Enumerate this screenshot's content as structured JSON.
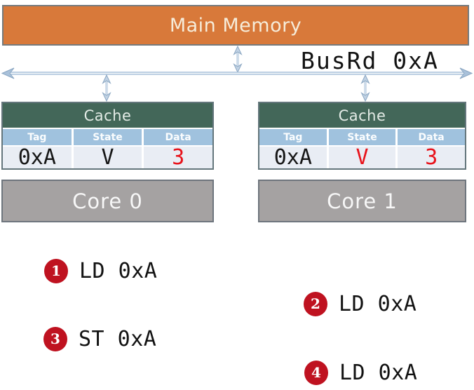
{
  "memory": {
    "label": "Main Memory"
  },
  "bus": {
    "label": "BusRd 0xA"
  },
  "caches": [
    {
      "title": "Cache",
      "columns": [
        "Tag",
        "State",
        "Data"
      ],
      "row": {
        "tag": "0xA",
        "state": "V",
        "data": "3"
      },
      "value_colors": {
        "tag": "#161616",
        "state": "#161616",
        "data": "#e8121a"
      }
    },
    {
      "title": "Cache",
      "columns": [
        "Tag",
        "State",
        "Data"
      ],
      "row": {
        "tag": "0xA",
        "state": "V",
        "data": "3"
      },
      "value_colors": {
        "tag": "#161616",
        "state": "#e8121a",
        "data": "#e8121a"
      }
    }
  ],
  "cores": [
    {
      "label": "Core 0"
    },
    {
      "label": "Core 1"
    }
  ],
  "steps": [
    {
      "number": "1",
      "label": "LD 0xA"
    },
    {
      "number": "2",
      "label": "LD 0xA"
    },
    {
      "number": "3",
      "label": "ST 0xA"
    },
    {
      "number": "4",
      "label": "LD 0xA"
    }
  ],
  "colors": {
    "memory_fill": "#d8793a",
    "cache_header_fill": "#436759",
    "table_header_fill": "#a0c2de",
    "core_fill": "#a5a2a2",
    "bus_stroke": "#a9c1da",
    "badge_fill": "#bf1220",
    "highlight_red": "#e8121a"
  }
}
